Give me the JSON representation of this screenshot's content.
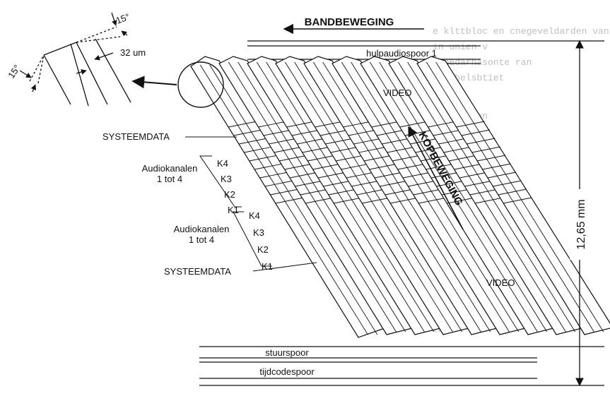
{
  "labels": {
    "band_motion": "BANDBEWEGING",
    "aux_audio_track": "hulpaudiospoor 1",
    "video_top": "VIDEO",
    "video_bottom": "VIDEO",
    "head_motion": "KOPBEWEGING",
    "system_data_top": "SYSTEEMDATA",
    "system_data_bottom": "SYSTEEMDATA",
    "audio_channels_1_line1": "Audiokanalen",
    "audio_channels_1_line2": "1 tot 4",
    "audio_channels_2_line1": "Audiokanalen",
    "audio_channels_2_line2": "1 tot 4",
    "control_track": "stuurspoor",
    "timecode_track": "tijdcodespoor",
    "tape_width": "12,65 mm",
    "track_width": "32 um",
    "angle_top": "15°",
    "angle_left": "15°"
  },
  "channels_group1": [
    "K4",
    "K3",
    "K2",
    "K1"
  ],
  "channels_group2": [
    "K4",
    "K3",
    "K2",
    "K1"
  ]
}
